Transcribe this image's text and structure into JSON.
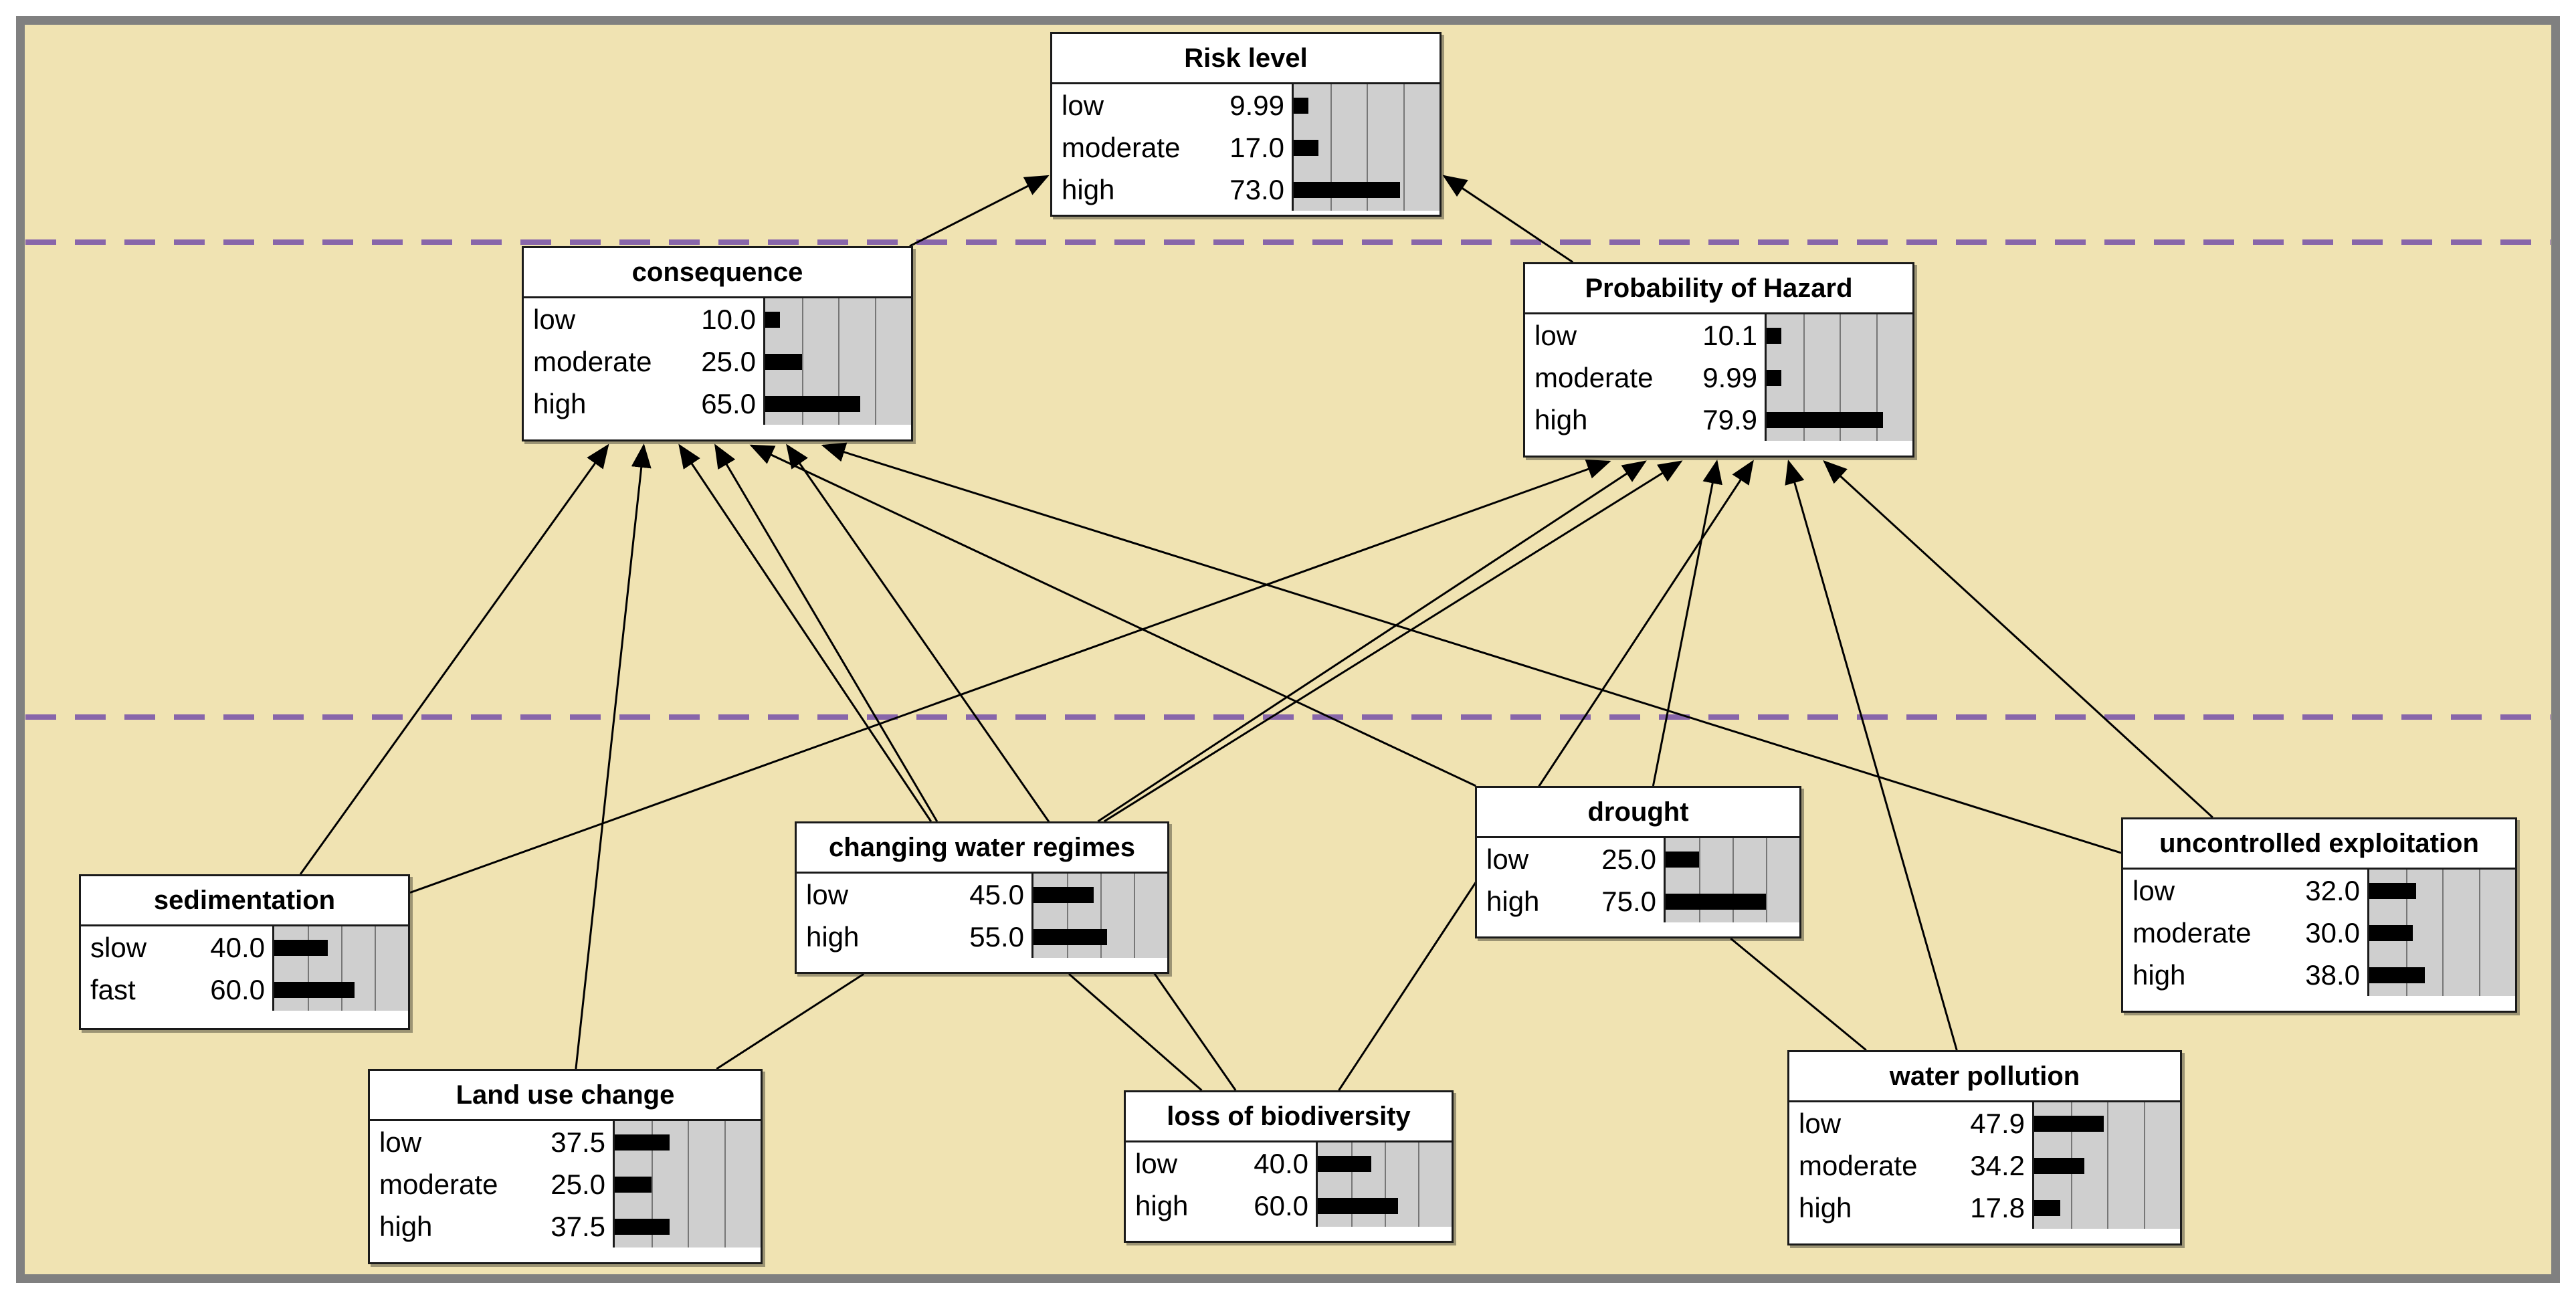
{
  "nodes": [
    {
      "id": "risk",
      "title": "Risk level",
      "states": [
        {
          "label": "low",
          "value": "9.99",
          "p": 9.99
        },
        {
          "label": "moderate",
          "value": "17.0",
          "p": 17.0
        },
        {
          "label": "high",
          "value": "73.0",
          "p": 73.0
        }
      ]
    },
    {
      "id": "consequence",
      "title": "consequence",
      "states": [
        {
          "label": "low",
          "value": "10.0",
          "p": 10.0
        },
        {
          "label": "moderate",
          "value": "25.0",
          "p": 25.0
        },
        {
          "label": "high",
          "value": "65.0",
          "p": 65.0
        }
      ]
    },
    {
      "id": "hazard",
      "title": "Probability of Hazard",
      "states": [
        {
          "label": "low",
          "value": "10.1",
          "p": 10.1
        },
        {
          "label": "moderate",
          "value": "9.99",
          "p": 9.99
        },
        {
          "label": "high",
          "value": "79.9",
          "p": 79.9
        }
      ]
    },
    {
      "id": "sedimentation",
      "title": "sedimentation",
      "states": [
        {
          "label": "slow",
          "value": "40.0",
          "p": 40.0
        },
        {
          "label": "fast",
          "value": "60.0",
          "p": 60.0
        }
      ]
    },
    {
      "id": "cwr",
      "title": "changing water regimes",
      "states": [
        {
          "label": "low",
          "value": "45.0",
          "p": 45.0
        },
        {
          "label": "high",
          "value": "55.0",
          "p": 55.0
        }
      ]
    },
    {
      "id": "drought",
      "title": "drought",
      "states": [
        {
          "label": "low",
          "value": "25.0",
          "p": 25.0
        },
        {
          "label": "high",
          "value": "75.0",
          "p": 75.0
        }
      ]
    },
    {
      "id": "uncontrolled",
      "title": "uncontrolled exploitation",
      "states": [
        {
          "label": "low",
          "value": "32.0",
          "p": 32.0
        },
        {
          "label": "moderate",
          "value": "30.0",
          "p": 30.0
        },
        {
          "label": "high",
          "value": "38.0",
          "p": 38.0
        }
      ]
    },
    {
      "id": "landuse",
      "title": "Land use change",
      "states": [
        {
          "label": "low",
          "value": "37.5",
          "p": 37.5
        },
        {
          "label": "moderate",
          "value": "25.0",
          "p": 25.0
        },
        {
          "label": "high",
          "value": "37.5",
          "p": 37.5
        }
      ]
    },
    {
      "id": "biodiversity",
      "title": "loss of biodiversity",
      "states": [
        {
          "label": "low",
          "value": "40.0",
          "p": 40.0
        },
        {
          "label": "high",
          "value": "60.0",
          "p": 60.0
        }
      ]
    },
    {
      "id": "pollution",
      "title": "water pollution",
      "states": [
        {
          "label": "low",
          "value": "47.9",
          "p": 47.9
        },
        {
          "label": "moderate",
          "value": "34.2",
          "p": 34.2
        },
        {
          "label": "high",
          "value": "17.8",
          "p": 17.8
        }
      ]
    }
  ],
  "edges": [
    {
      "from": "consequence",
      "to": "risk",
      "arrow": true
    },
    {
      "from": "hazard",
      "to": "risk",
      "arrow": true
    },
    {
      "from": "sedimentation",
      "to": "consequence",
      "arrow": true
    },
    {
      "from": "sedimentation",
      "to": "hazard",
      "arrow": true
    },
    {
      "from": "landuse",
      "to": "consequence",
      "arrow": true
    },
    {
      "from": "landuse",
      "to": "cwr",
      "arrow": false
    },
    {
      "from": "cwr",
      "to": "consequence",
      "arrow": true
    },
    {
      "from": "cwr",
      "to": "consequence",
      "arrow": true
    },
    {
      "from": "cwr",
      "to": "hazard",
      "arrow": true
    },
    {
      "from": "cwr",
      "to": "hazard",
      "arrow": true
    },
    {
      "from": "cwr",
      "to": "biodiversity",
      "arrow": false
    },
    {
      "from": "drought",
      "to": "consequence",
      "arrow": true
    },
    {
      "from": "drought",
      "to": "hazard",
      "arrow": true
    },
    {
      "from": "drought",
      "to": "pollution",
      "arrow": false
    },
    {
      "from": "biodiversity",
      "to": "consequence",
      "arrow": true
    },
    {
      "from": "biodiversity",
      "to": "hazard",
      "arrow": true
    },
    {
      "from": "pollution",
      "to": "hazard",
      "arrow": true
    },
    {
      "from": "uncontrolled",
      "to": "consequence",
      "arrow": true
    },
    {
      "from": "uncontrolled",
      "to": "hazard",
      "arrow": true
    }
  ],
  "colors": {
    "background": "#f0e3b2",
    "frame": "#808080",
    "divider": "#8866aa",
    "bar": "#000000",
    "bar_track": "#cfcfcf"
  }
}
